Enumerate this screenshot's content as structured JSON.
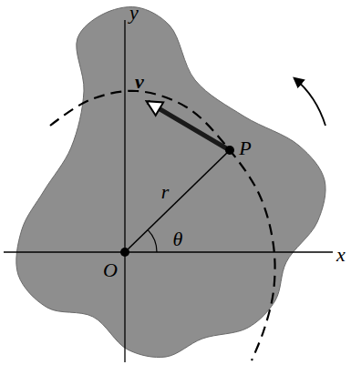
{
  "diagram": {
    "labels": [
      "y",
      "x",
      "O",
      "P",
      "r",
      "θ",
      "v"
    ]
  }
}
